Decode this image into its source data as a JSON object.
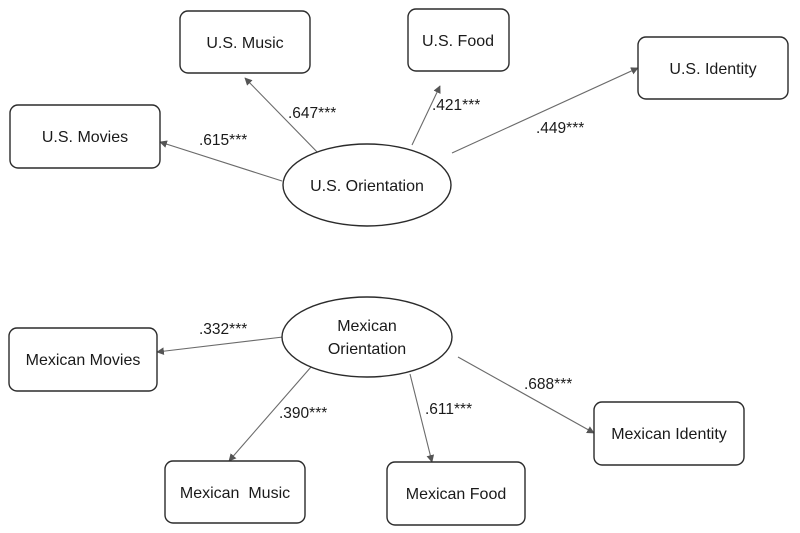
{
  "factors": {
    "us": {
      "label": "U.S. Orientation"
    },
    "mex": {
      "label_line1": "Mexican",
      "label_line2": "Orientation"
    }
  },
  "indicators": {
    "us_music": "U.S. Music",
    "us_food": "U.S. Food",
    "us_identity": "U.S. Identity",
    "us_movies": "U.S. Movies",
    "mex_movies": "Mexican Movies",
    "mex_identity": "Mexican Identity",
    "mex_music": "Mexican  Music",
    "mex_food": "Mexican Food"
  },
  "loadings": {
    "us_music": ".647***",
    "us_food": ".421***",
    "us_identity": ".449***",
    "us_movies": ".615***",
    "mex_movies": ".332***",
    "mex_music": ".390***",
    "mex_food": ".611***",
    "mex_identity": ".688***"
  },
  "colors": {
    "stroke": "#2b2b2b",
    "edge": "#6a6a6a",
    "text": "#1a1a1a"
  }
}
